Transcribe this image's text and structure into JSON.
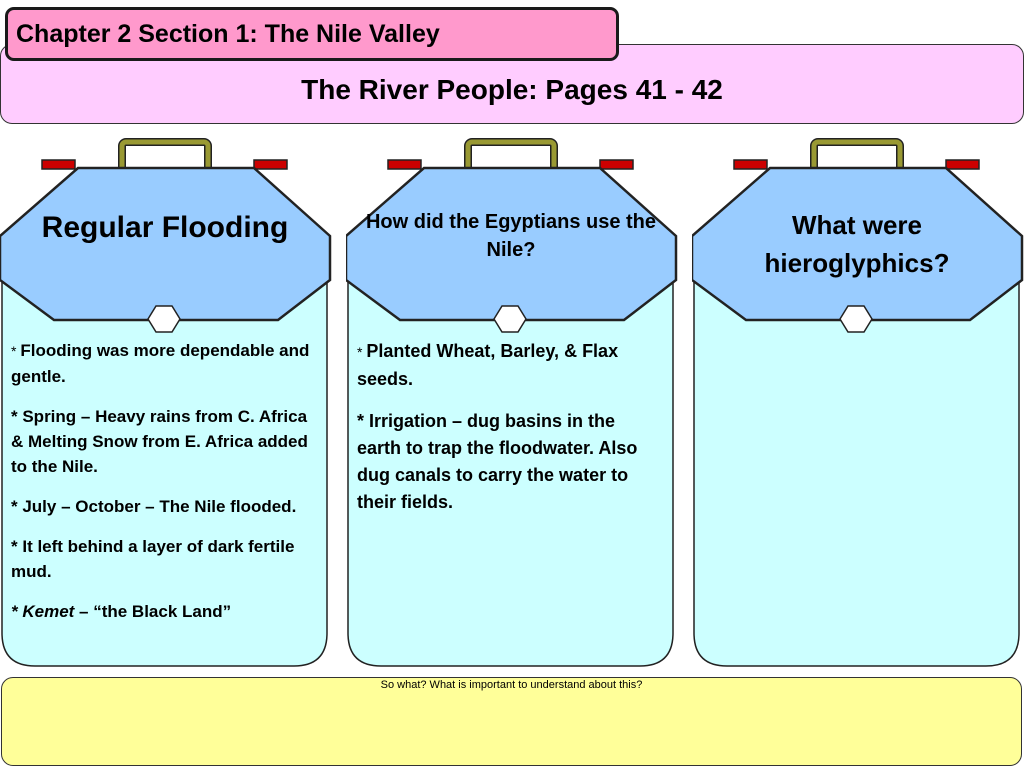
{
  "header": {
    "section_tab": "Chapter 2 Section 1: The Nile Valley",
    "banner_title": "The River People: Pages 41 - 42"
  },
  "cards": [
    {
      "heading": "Regular Flooding",
      "notes": [
        {
          "prefix": "* ",
          "text": "Flooding was more dependable and gentle."
        },
        {
          "prefix": "* ",
          "text": "Spring – Heavy rains from C. Africa & Melting Snow from E. Africa added to the Nile."
        },
        {
          "prefix": "* ",
          "text": "July – October – The Nile flooded."
        },
        {
          "prefix": "* ",
          "text": "It left behind a layer of dark fertile mud."
        },
        {
          "prefix": "* ",
          "italic": "Kemet",
          "text": " – “the Black Land”"
        }
      ]
    },
    {
      "heading": "How did the Egyptians use the Nile?",
      "notes": [
        {
          "prefix": "* ",
          "text": "Planted Wheat, Barley, & Flax seeds."
        },
        {
          "prefix": "* ",
          "text": "Irrigation – dug basins in the earth to trap the floodwater. Also dug canals to carry the water to their fields."
        }
      ]
    },
    {
      "heading": "What were hieroglyphics?",
      "notes": []
    }
  ],
  "footer": {
    "prompt": "So what? What is important to understand about this?"
  },
  "colors": {
    "tab": "#ff99cc",
    "banner": "#ffccff",
    "card_head": "#99ccff",
    "card_body": "#ccffff",
    "handle": "#999933",
    "latch": "#cc0000",
    "footer": "#ffff99"
  }
}
